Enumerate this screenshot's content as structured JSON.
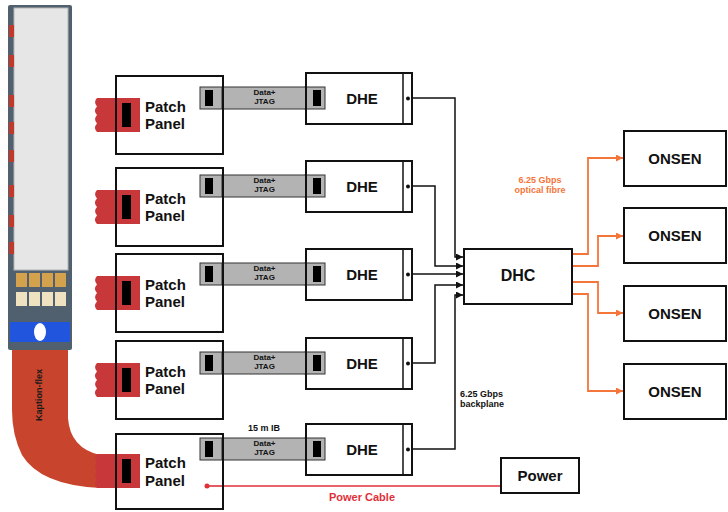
{
  "diagram": {
    "nodes": [
      {
        "text": [
          "Patch Panel"
        ]
      },
      {
        "text": [
          "Patch Panel"
        ]
      },
      {
        "text": [
          "Patch Panel"
        ]
      },
      {
        "text": [
          "Patch Panel"
        ]
      },
      {
        "text": [
          "Patch Panel"
        ]
      },
      {
        "text": [
          "DHE"
        ]
      },
      {
        "text": [
          "DHE"
        ]
      },
      {
        "text": [
          "DHE"
        ]
      },
      {
        "text": [
          "DHE"
        ]
      },
      {
        "text": [
          "DHE"
        ]
      },
      {
        "text": [
          "DHC"
        ]
      },
      {
        "text": [
          "ONSEN"
        ]
      },
      {
        "text": [
          "ONSEN"
        ]
      },
      {
        "text": [
          "ONSEN"
        ]
      },
      {
        "text": [
          "ONSEN"
        ]
      },
      {
        "text": [
          "Power"
        ]
      }
    ],
    "edges": [
      {
        "from": 0,
        "to": 5,
        "arrow": "none",
        "label": "Data+ JTAG"
      },
      {
        "from": 1,
        "to": 6,
        "arrow": "none",
        "label": "Data+ JTAG"
      },
      {
        "from": 2,
        "to": 7,
        "arrow": "none",
        "label": "Data+ JTAG"
      },
      {
        "from": 3,
        "to": 8,
        "arrow": "none",
        "label": "Data+ JTAG"
      },
      {
        "from": 4,
        "to": 9,
        "arrow": "none",
        "label": "Data+ JTAG"
      },
      {
        "from": 5,
        "to": 10,
        "arrow": "to"
      },
      {
        "from": 6,
        "to": 10,
        "arrow": "to"
      },
      {
        "from": 7,
        "to": 10,
        "arrow": "to"
      },
      {
        "from": 8,
        "to": 10,
        "arrow": "to"
      },
      {
        "from": 9,
        "to": 10,
        "arrow": "to"
      },
      {
        "from": 10,
        "to": 11,
        "arrow": "to"
      },
      {
        "from": 10,
        "to": 12,
        "arrow": "to"
      },
      {
        "from": 10,
        "to": 13,
        "arrow": "to"
      },
      {
        "from": 10,
        "to": 14,
        "arrow": "to"
      },
      {
        "from": 4,
        "to": 15,
        "arrow": "none",
        "label": "Power Cable"
      }
    ],
    "labels": [
      "Kaption-flex",
      "15 m IB",
      "6.25 Gbps backplane",
      "6.25 Gbps optical fibre"
    ]
  }
}
